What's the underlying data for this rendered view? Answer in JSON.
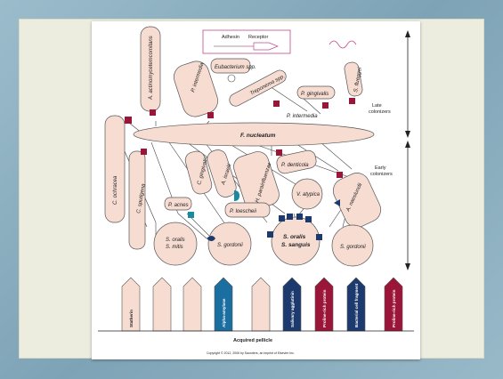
{
  "legend": {
    "adhesin": "Adhesin",
    "receptor": "Receptor"
  },
  "bacteria": {
    "a_actino": "A. actinomycetemcomitans",
    "p_intermedia_top": "P. intermedia",
    "eubacterium": "Eubacterium spp.",
    "treponema": "Treponema spp.",
    "p_gingivalis": "P. gingivalis",
    "s_flueggei": "S. flueggei",
    "p_intermedia": "P. intermedia",
    "c_ochracea_top": "C. ochracea",
    "f_nucleatum": "F. nucleatum",
    "c_gingivalis": "C. gingivalis",
    "a_israelii": "A. israelii",
    "h_parainfluenzae": "H. parainfluenzae",
    "p_denticola": "P. denticola",
    "c_sputigena": "C. sputigena",
    "v_atypica": "V. atypica",
    "a_naeslundii": "A. naeslundii",
    "p_acnes": "P. acnes",
    "p_loescheii": "P. loescheii",
    "s_oralis_mitis": [
      "S. oralis",
      "S. mitis"
    ],
    "s_gordonii_left": "S. gordonii",
    "s_oralis_sanguis": [
      "S. oralis",
      "S. sanguis"
    ],
    "s_gordonii_right": "S. gordonii"
  },
  "colonizers": {
    "late": [
      "Late",
      "colonizers"
    ],
    "early": [
      "Early",
      "colonizers"
    ]
  },
  "pellicle_receptors": [
    {
      "label": "Statherin",
      "color": "#f7dcd2",
      "text_color": "#222222"
    },
    {
      "label": "",
      "color": "#f7dcd2",
      "text_color": "#222222"
    },
    {
      "label": "",
      "color": "#f7dcd2",
      "text_color": "#222222"
    },
    {
      "label": "Alpha-amylase",
      "color": "#1a6fa0",
      "text_color": "#ffffff"
    },
    {
      "label": "",
      "color": "#f7dcd2",
      "text_color": "#222222"
    },
    {
      "label": "Salivary agglutinin",
      "color": "#1d3a6e",
      "text_color": "#ffffff"
    },
    {
      "label": "Proline-rich protein",
      "color": "#9a1537",
      "text_color": "#ffffff"
    },
    {
      "label": "Bacterial cell fragment",
      "color": "#1d3a6e",
      "text_color": "#ffffff"
    },
    {
      "label": "Proline-rich protein",
      "color": "#9a1537",
      "text_color": "#ffffff"
    }
  ],
  "pellicle_label": "Acquired pellicle",
  "copyright": "Copyright © 2012, 2006 by Saunders, an imprint of Elsevier Inc.",
  "colors": {
    "cell_fill": "#f7dcd2",
    "adhesin_red": "#9a1537",
    "adhesin_navy": "#1d3a6e",
    "adhesin_teal": "#1a8aa0"
  }
}
